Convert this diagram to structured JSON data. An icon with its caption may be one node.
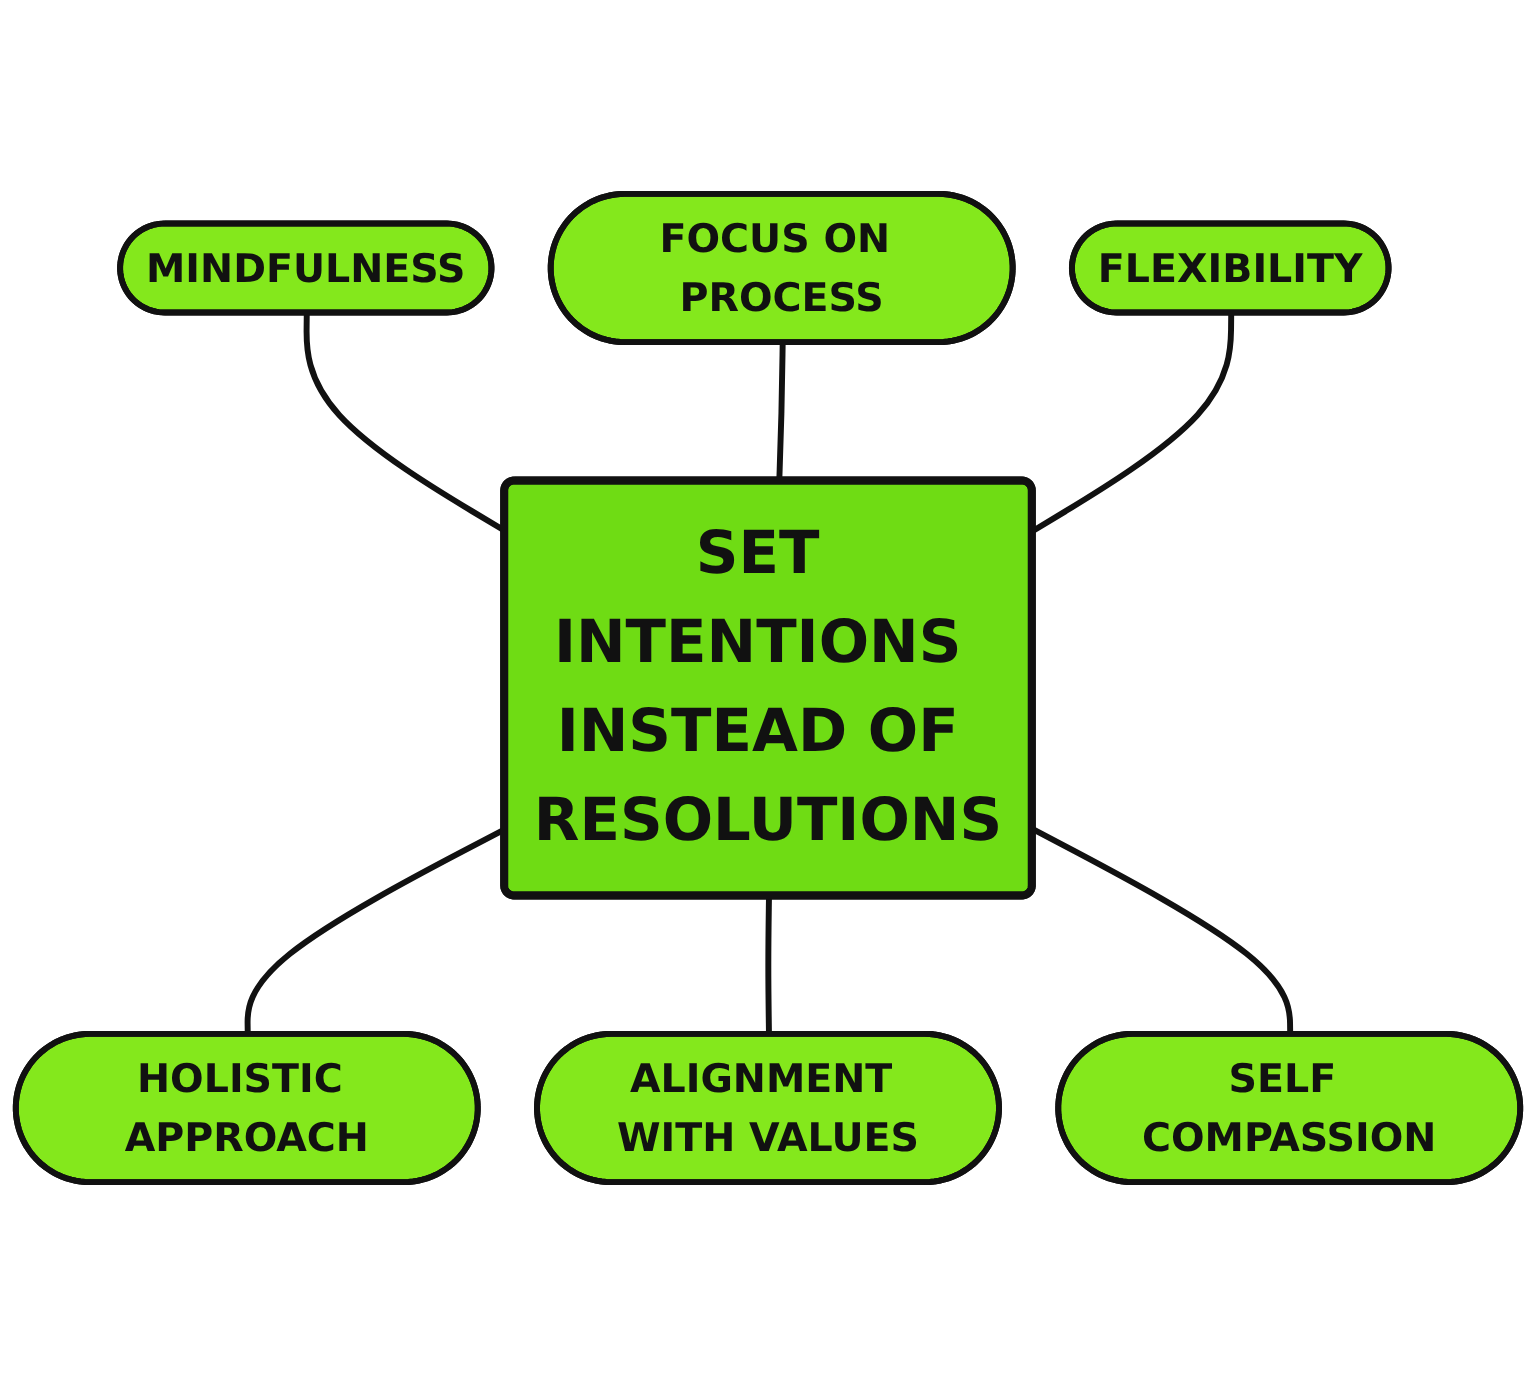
{
  "diagram": {
    "nodes": [
      {
        "text": [
          "FOCUS ON PROCESS"
        ]
      },
      {
        "text": [
          "MINDFULNESS"
        ]
      },
      {
        "text": [
          "FLEXIBILITY"
        ]
      },
      {
        "text": [
          "SET INTENTIONS INSTEAD OF RESOLUTIONS"
        ]
      },
      {
        "text": [
          "HOLISTIC APPROACH"
        ]
      },
      {
        "text": [
          "SELF COMPASSION"
        ]
      },
      {
        "text": [
          "ALIGNMENT WITH VALUES"
        ]
      }
    ],
    "edges": [
      {
        "from": 1,
        "to": 3,
        "arrow": "none"
      },
      {
        "from": 0,
        "to": 3,
        "arrow": "none"
      },
      {
        "from": 2,
        "to": 3,
        "arrow": "none"
      },
      {
        "from": 3,
        "to": 4,
        "arrow": "none"
      },
      {
        "from": 3,
        "to": 6,
        "arrow": "none"
      },
      {
        "from": 3,
        "to": 5,
        "arrow": "none"
      }
    ]
  }
}
